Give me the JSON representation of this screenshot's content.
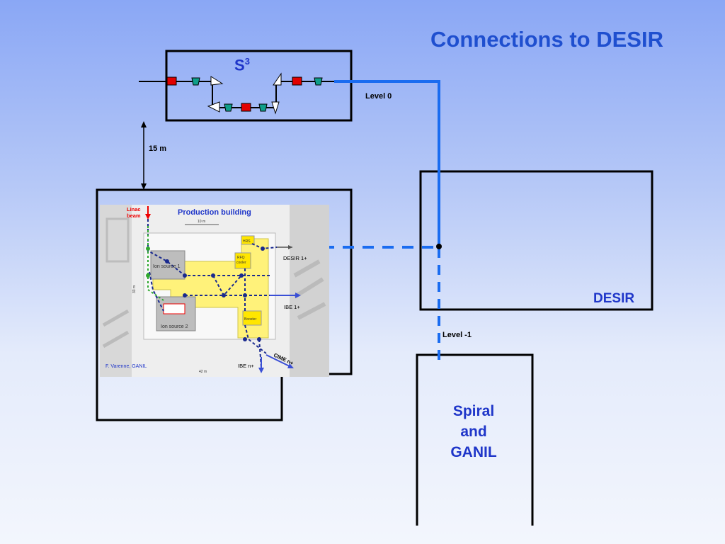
{
  "slide": {
    "title": "Connections to DESIR",
    "s3": {
      "name": "S",
      "superscript": "3"
    },
    "level0_label": "Level 0",
    "level_minus1_label": "Level -1",
    "distance_label": "15 m",
    "desir_label": "DESIR",
    "spiral_lines": [
      "Spiral",
      "and",
      "GANIL"
    ]
  },
  "production_building": {
    "title": "Production building",
    "linac_label": "Linac\nbeam",
    "scale_10m": "10 m",
    "scale_33m": "33 m",
    "scale_42m": "42 m",
    "ion_source_1": "Ion source 1",
    "ion_source_2": "Ion source 2",
    "hrs": "HRS",
    "rfq_cooler": "RFQ\ncooler",
    "booster": "Booster",
    "desir_1plus": "DESIR 1+",
    "ibe_1plus": "IBE 1+",
    "ibe_nplus": "IBE n+",
    "cime_nplus": "CIME n+",
    "credit": "F. Varenne, GANIL"
  },
  "colors": {
    "beam_line_blue": "#1a6cf0",
    "title_blue": "#1f4fcf",
    "label_blue": "#1f36c9",
    "highlight_yellow": "#fff27a"
  }
}
